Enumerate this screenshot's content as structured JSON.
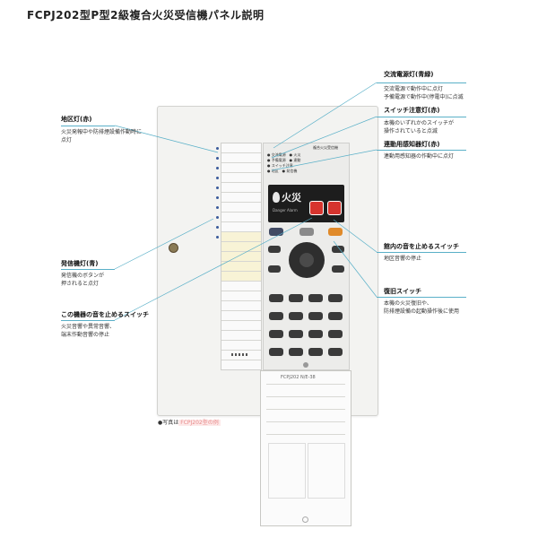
{
  "title": "FCPJ202型P型2級複合火災受信機パネル説明",
  "callouts": {
    "ac_power": {
      "heading": "交流電源灯(青緑)",
      "lines": [
        "交流電源で動作中に点灯",
        "予備電源で動作中(停電中)に点滅"
      ]
    },
    "switch_caution": {
      "heading": "スイッチ注意灯(赤)",
      "lines": [
        "本機のいずれかのスイッチが",
        "操作されていると点滅"
      ]
    },
    "linked_sensor": {
      "heading": "連動用感知器灯(赤)",
      "lines": [
        "連動用感知器の作動中に点灯"
      ]
    },
    "zone_light": {
      "heading": "地区灯(赤)",
      "lines": [
        "火災発報中や防排煙設備作動時に",
        "点灯"
      ]
    },
    "dispatch_light": {
      "heading": "発信機灯(青)",
      "lines": [
        "発信機のボタンが",
        "押されると点灯"
      ]
    },
    "stop_sound": {
      "heading": "この機器の音を止めるスイッチ",
      "lines": [
        "火災音響や異常音響、",
        "端末作動音響の停止"
      ]
    },
    "building_sound": {
      "heading": "館内の音を止めるスイッチ",
      "lines": [
        "地区音響の停止"
      ]
    },
    "reset_switch": {
      "heading": "復旧スイッチ",
      "lines": [
        "本機の火災復旧や、",
        "防排煙設備の起動操作後に使用"
      ]
    }
  },
  "device": {
    "lcd_text": "火災",
    "lcd_sub": "Danger Alarm",
    "badge": "複合火災受信機",
    "sheet_header": "FCPJ202 N/E-38",
    "status_labels": [
      "交流電源",
      "予備電源",
      "スイッチ注意",
      "地区",
      "発信機",
      "火災",
      "連動"
    ]
  },
  "note": {
    "prefix": "●写真は",
    "highlight": "FCPJ202型の例",
    "suffix": ""
  }
}
